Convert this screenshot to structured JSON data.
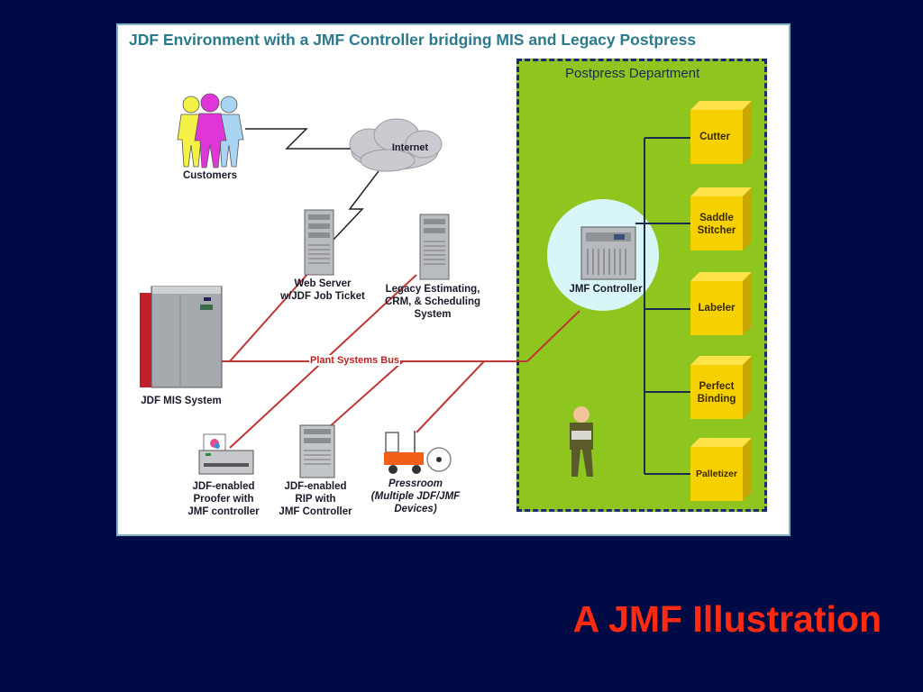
{
  "diagram": {
    "title": "JDF Environment with a JMF Controller bridging MIS and Legacy Postpress",
    "department_title": "Postpress Department",
    "bus_label": "Plant Systems Bus",
    "nodes": {
      "customers": "Customers",
      "internet": "Internet",
      "web_server": "Web Server\nw/JDF Job Ticket",
      "legacy": "Legacy Estimating,\nCRM, & Scheduling\nSystem",
      "mis": "JDF MIS System",
      "jmf_controller": "JMF Controller",
      "proofer": "JDF-enabled\nProofer with\nJMF controller",
      "rip": "JDF-enabled\nRIP with\nJMF Controller",
      "pressroom": "Pressroom\n(Multiple JDF/JMF\nDevices)"
    },
    "postpress_devices": [
      "Cutter",
      "Saddle\nStitcher",
      "Labeler",
      "Perfect\nBinding",
      "Palletizer"
    ]
  },
  "colors": {
    "background": "#000a45",
    "title_red": "#ff2a12",
    "bus_red": "#c02020",
    "department_green": "#8ec51f",
    "device_yellow": "#f7d000",
    "heading_teal": "#2b7a8c"
  },
  "slide_title": "A JMF Illustration"
}
